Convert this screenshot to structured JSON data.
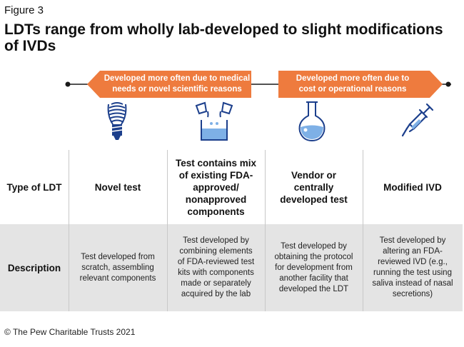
{
  "figure_label": "Figure 3",
  "title": "LDTs range from wholly lab-developed to slight modifications of IVDs",
  "timeline": {
    "left_arrow_line1": "Developed more often due to medical",
    "left_arrow_line2": "needs or novel scientific reasons",
    "right_arrow_line1": "Developed more often due to",
    "right_arrow_line2": "cost or operational reasons",
    "arrow_color": "#ee7b3e",
    "line_color": "#1a1a1a"
  },
  "icons": [
    "lightbulb-icon",
    "pouring-beakers-icon",
    "flask-icon",
    "syringe-icon"
  ],
  "icon_color": "#1c3f8c",
  "table": {
    "row_labels": {
      "type": "Type of LDT",
      "description": "Description"
    },
    "columns": [
      {
        "type": "Novel test",
        "description": "Test developed from scratch, assembling relevant components"
      },
      {
        "type": "Test contains mix of existing FDA-approved/ nonapproved components",
        "description": "Test developed by combining elements of FDA-reviewed test kits with components made or separately acquired by the lab"
      },
      {
        "type": "Vendor or centrally developed test",
        "description": "Test developed by obtaining the protocol for development from another facility that developed the LDT"
      },
      {
        "type": "Modified IVD",
        "description": "Test developed by altering an FDA-reviewed IVD (e.g., running the test using saliva instead of nasal secretions)"
      }
    ]
  },
  "footer": "© The Pew Charitable Trusts 2021"
}
